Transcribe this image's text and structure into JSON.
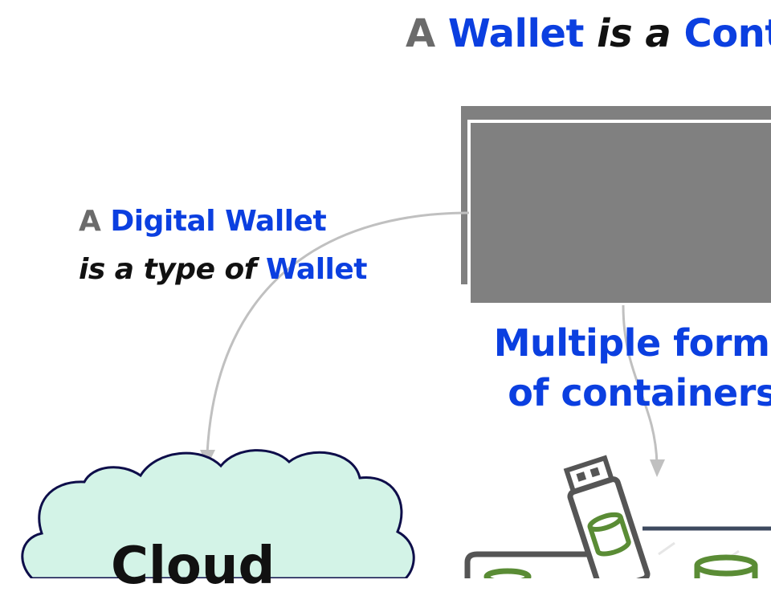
{
  "title": {
    "prefix": "A",
    "subject": "Wallet",
    "verb": "is a",
    "object": "Conta"
  },
  "digital": {
    "line1_prefix": "A",
    "line1_subject": "Digital Wallet",
    "line2_verb": "is a type of",
    "line2_object": "Wallet"
  },
  "forms": {
    "line1": "Multiple forms",
    "line2": "of containers"
  },
  "cloud": {
    "label": "Cloud"
  },
  "colors": {
    "blue": "#0b3fe0",
    "gray_text": "#6b6b6b",
    "box": "#808080",
    "arrow": "#c0c0c0",
    "cloud_fill": "#d3f3e7",
    "cloud_stroke": "#0e0e4a",
    "usb_body": "#555555",
    "cylinder": "#5a8c35"
  },
  "icons": [
    "wallet-box",
    "cloud",
    "usb-drive",
    "database-cylinder"
  ]
}
